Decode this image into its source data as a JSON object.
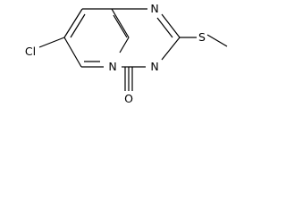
{
  "molecule": {
    "atoms": {
      "n_top": "N",
      "n_mid": "N",
      "n_bridge": "N",
      "s": "S",
      "o": "O",
      "cl": "Cl"
    }
  },
  "colors": {
    "bond": "#000000",
    "label": "#000000",
    "background": "#ffffff"
  }
}
